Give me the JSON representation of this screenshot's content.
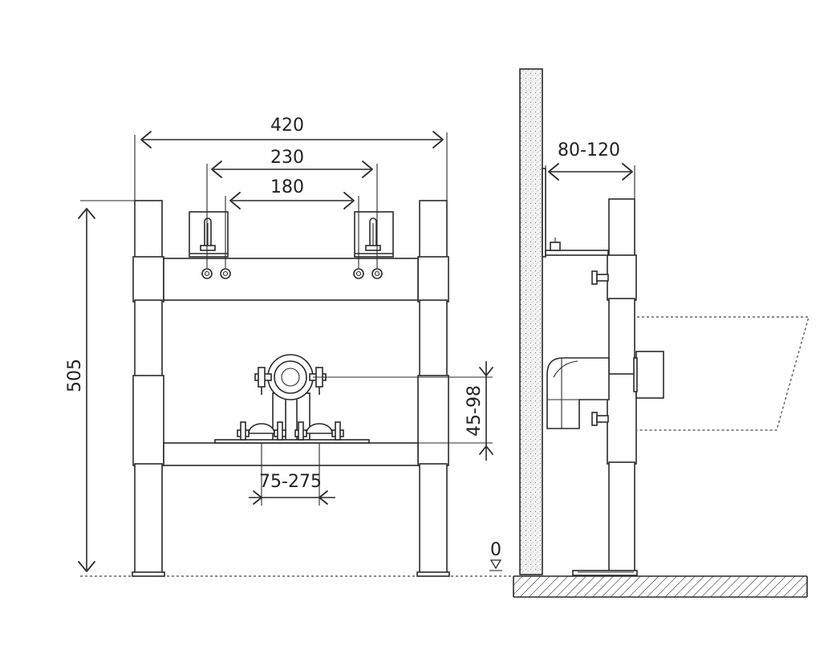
{
  "dimensions": {
    "overall_width": "420",
    "outer_hole_spacing": "230",
    "inner_hole_spacing": "180",
    "overall_height": "505",
    "drain_height": "45-98",
    "foot_spacing": "75-275",
    "wall_offset": "80-120",
    "floor_level": "0"
  },
  "colors": {
    "line": "#2a2a2a",
    "background": "#ffffff"
  }
}
